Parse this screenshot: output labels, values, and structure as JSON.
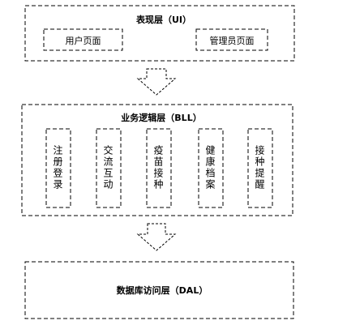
{
  "presentation_layer": {
    "title": "表现层（UI）",
    "boxes": [
      "用户页面",
      "管理员页面"
    ]
  },
  "business_layer": {
    "title": "业务逻辑层（BLL）",
    "boxes": [
      "注册登录",
      "交流互动",
      "疫苗接种",
      "健康档案",
      "接种提醒"
    ]
  },
  "data_layer": {
    "title": "数据库访问层（DAL）"
  }
}
